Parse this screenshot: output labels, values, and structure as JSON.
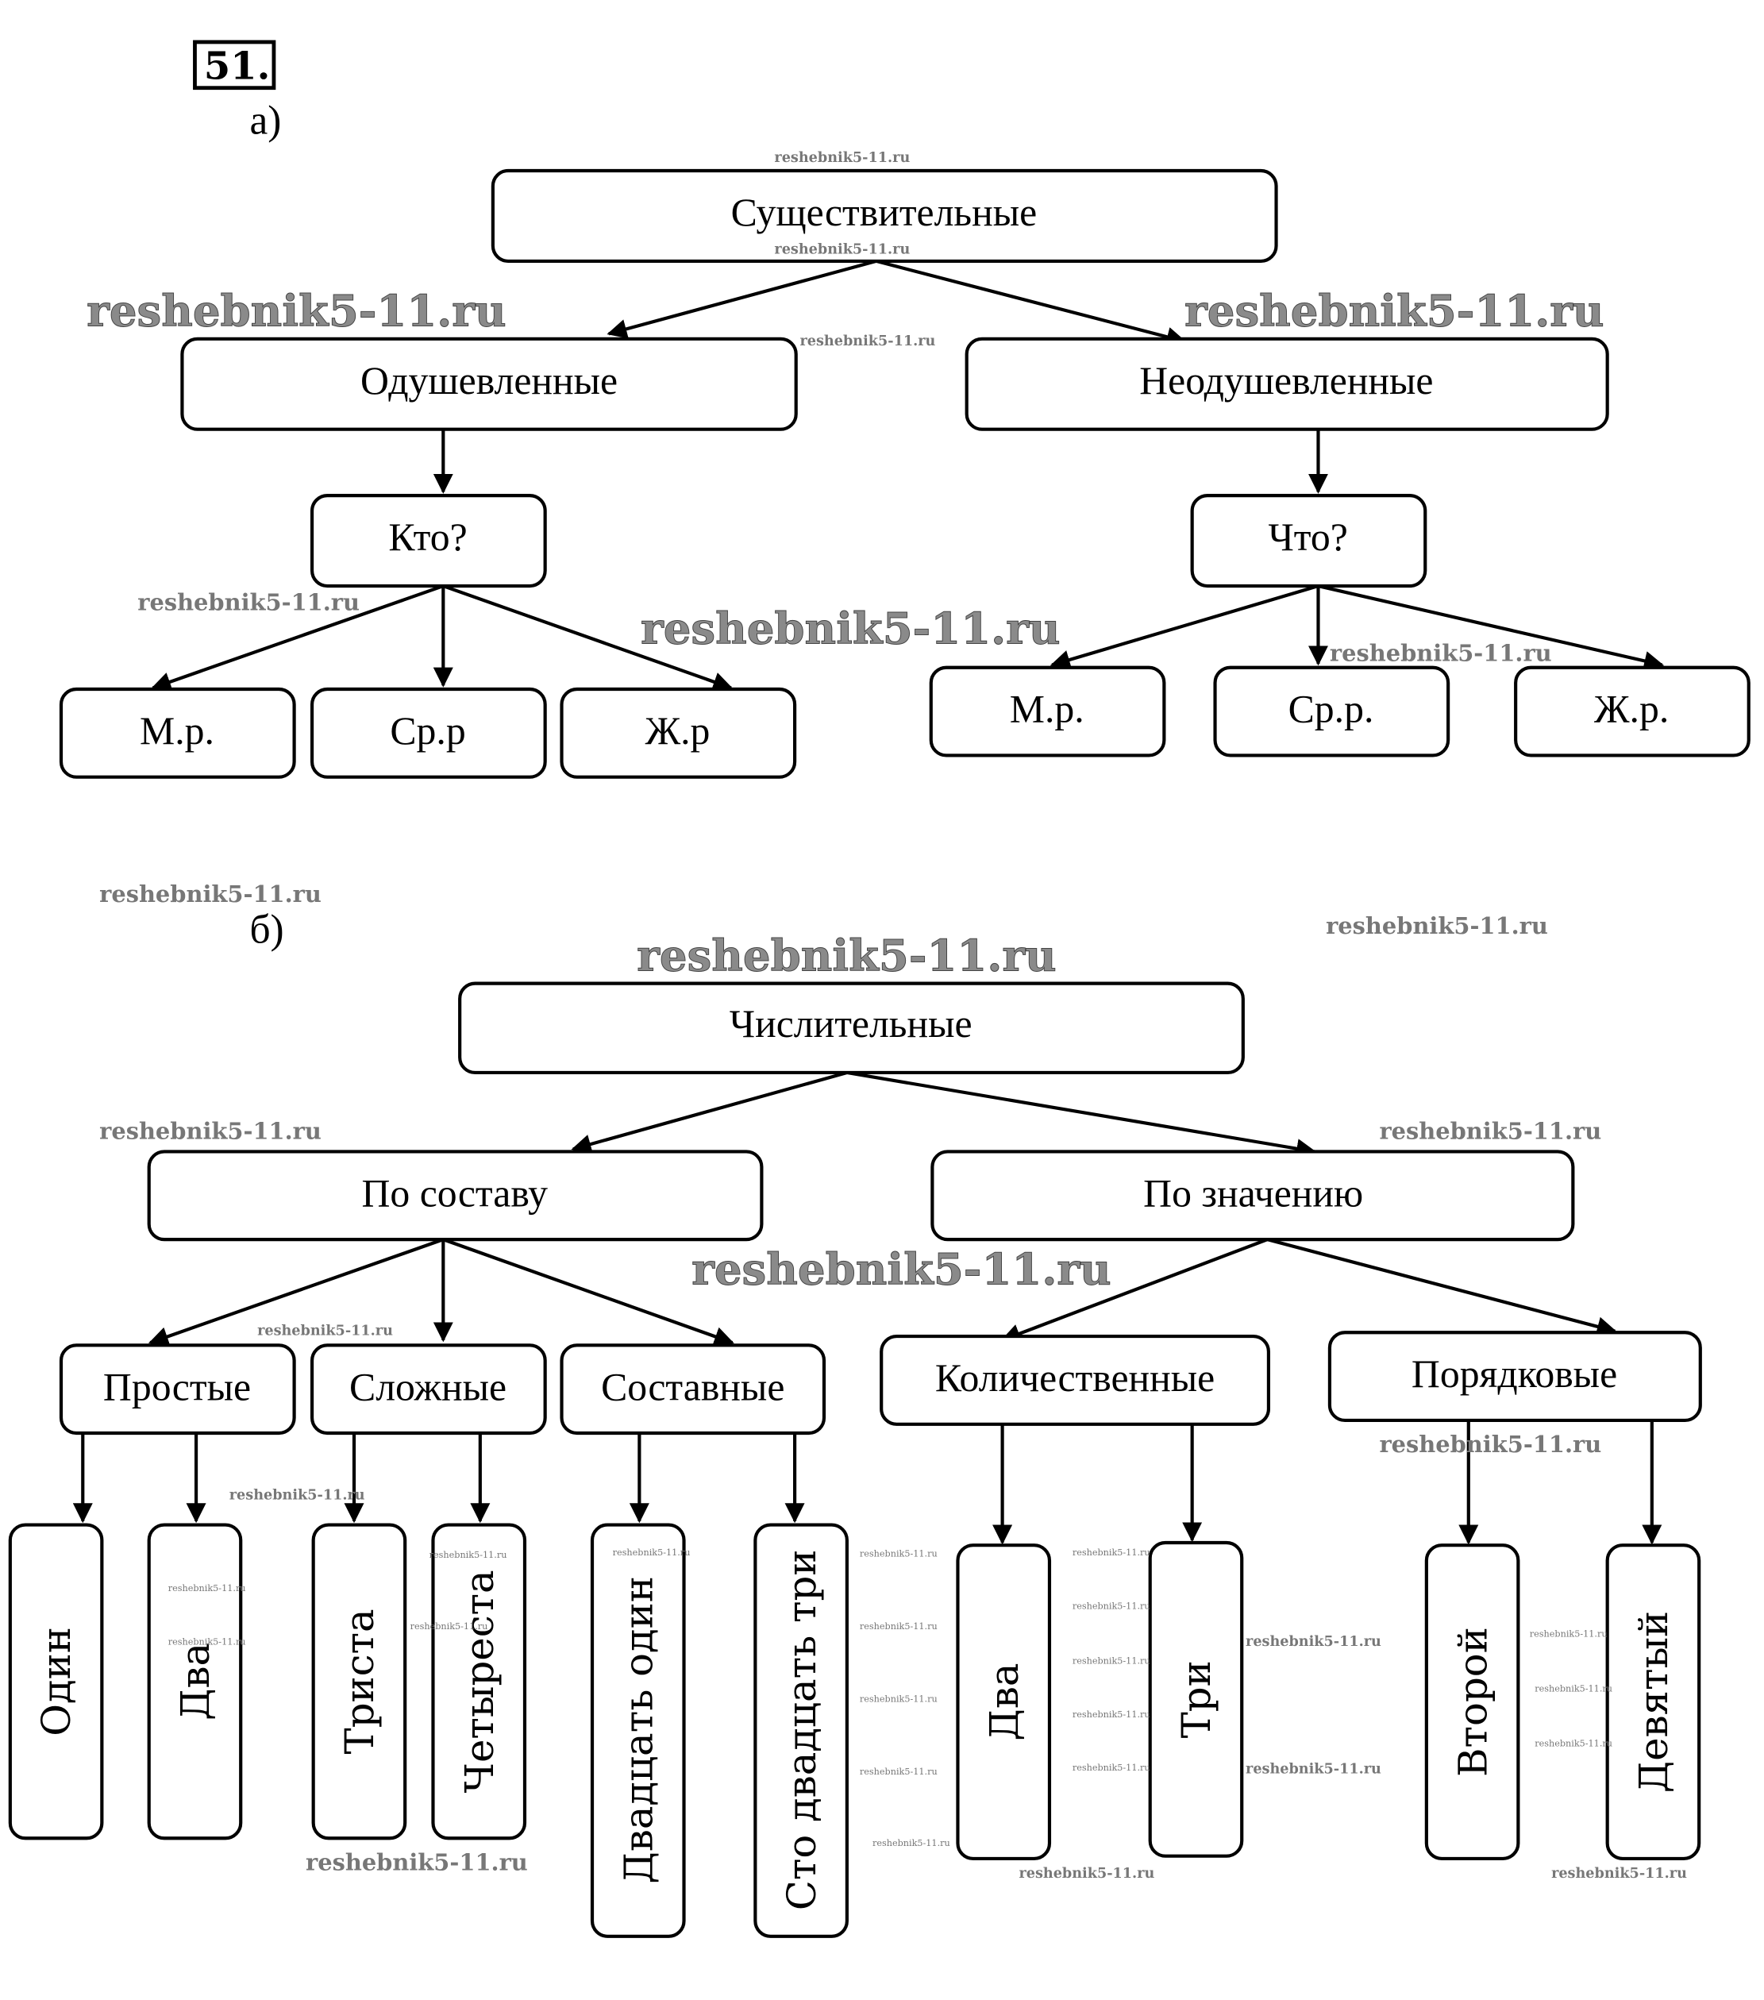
{
  "exercise": {
    "number": "51.",
    "part_a_label": "а)",
    "part_b_label": "б)"
  },
  "diagram_a": {
    "root": "Существительные",
    "level1": [
      "Одушевленные",
      "Неодушевленные"
    ],
    "questions": [
      "Кто?",
      "Что?"
    ],
    "leaves_left": [
      "М.р.",
      "Ср.р",
      "Ж.р"
    ],
    "leaves_right": [
      "М.р.",
      "Ср.р.",
      "Ж.р."
    ]
  },
  "diagram_b": {
    "root": "Числительные",
    "level1": [
      "По составу",
      "По значению"
    ],
    "level2": [
      "Простые",
      "Сложные",
      "Составные",
      "Количественные",
      "Порядковые"
    ],
    "leaves": [
      "Один",
      "Два",
      "Триста",
      "Четыреста",
      "Двадцать один",
      "Сто двадцать три",
      "Два",
      "Три",
      "Второй",
      "Девятый"
    ]
  },
  "watermark": {
    "text": "reshebnik5-11.ru"
  }
}
